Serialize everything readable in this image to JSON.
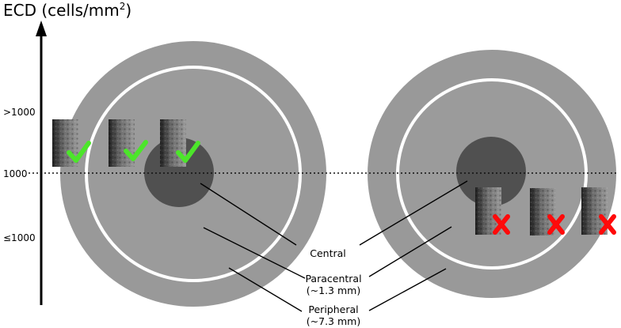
{
  "axis": {
    "title": "ECD (cells/mm",
    "title_sup": "2",
    "title_end": ")",
    "ticks": [
      ">1000",
      "1000",
      "≤1000"
    ]
  },
  "regions": {
    "central": "Central",
    "paracentral": "Paracentral",
    "paracentral_size": "(~1.3 mm)",
    "peripheral": "Peripheral",
    "peripheral_size": "(~7.3 mm)"
  },
  "colors": {
    "outer_disc": "#999999",
    "inner_disc": "#9b9b9b",
    "ring": "#ffffff",
    "center_disc": "#505050",
    "check": "#4ce52a",
    "cross": "#ff0a0a"
  },
  "icons": {
    "pass": "check-mark-icon",
    "fail": "cross-mark-icon"
  }
}
